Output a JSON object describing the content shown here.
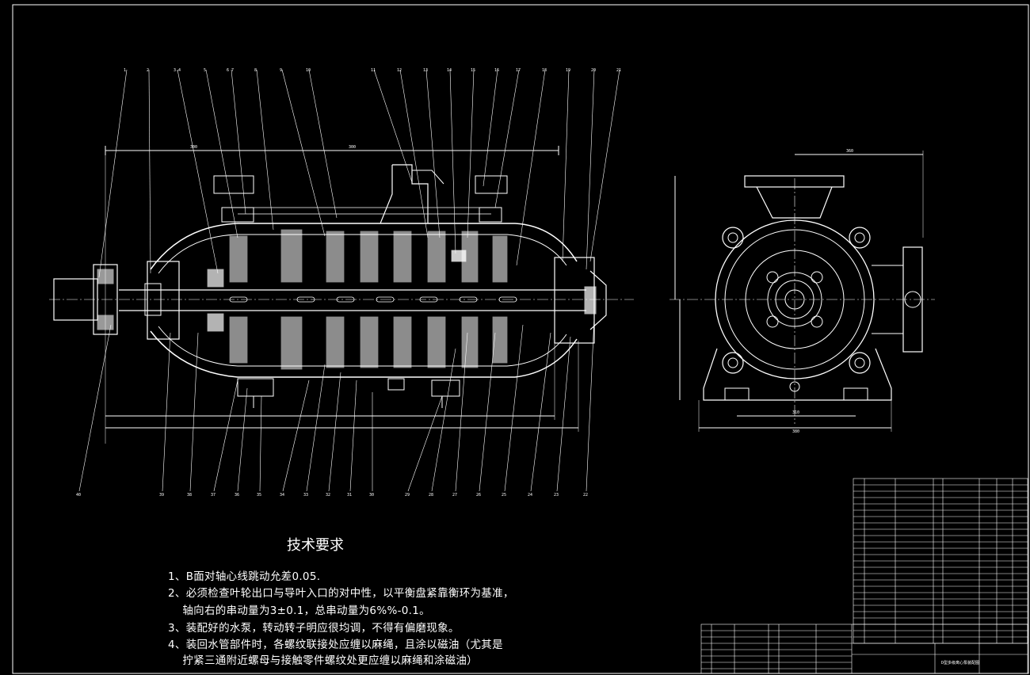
{
  "tech_requirements": {
    "title": "技术要求",
    "lines": [
      "1、B面对轴心线跳动允差0.05.",
      "2、必须检查叶轮出口与导叶入口的对中性，以平衡盘紧靠衡环为基准，",
      "    轴向右的串动量为3±0.1，总串动量为6%%-0.1。",
      "3、装配好的水泵，转动转子明应很均调，不得有偏磨现象。",
      "4、装回水管部件时，各螺纹联接处应缠以麻绳，且涂以磁油（尤其是",
      "    拧紧三通附近螺母与接触零件螺纹处更应缠以麻绳和涂磁油）"
    ]
  },
  "title_block": {
    "drawing_name": "D型多级离心泵装配图"
  },
  "colors": {
    "background": "#000000",
    "lines": "#ffffff"
  }
}
